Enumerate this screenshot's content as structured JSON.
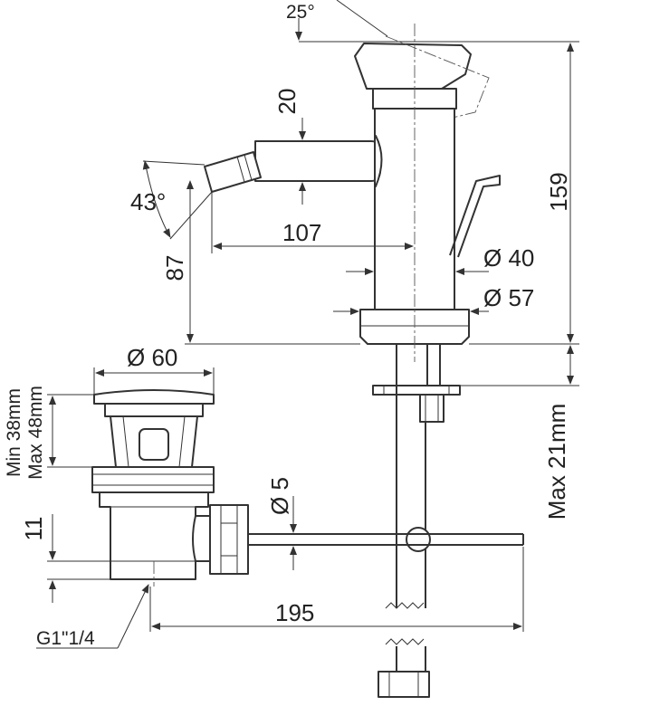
{
  "labels": {
    "angle_lever": "25°",
    "spout_height": "20",
    "angle_spout": "43°",
    "reach": "107",
    "spout_base": "87",
    "body_diameter": "Ø 40",
    "base_diameter": "Ø 57",
    "total_height": "159",
    "waste_diameter": "Ø 60",
    "waste_height_min": "Min 38mm",
    "waste_height_max": "Max 48mm",
    "thread_length": "11",
    "rod_diameter": "Ø 5",
    "rod_length": "195",
    "deck_thickness": "Max 21mm",
    "thread": "G1\"1/4"
  }
}
